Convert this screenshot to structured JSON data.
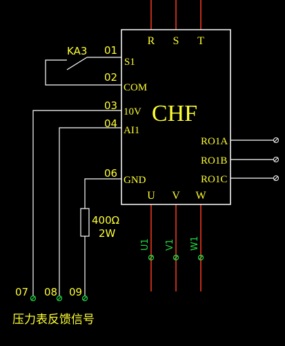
{
  "device": {
    "name": "CHF"
  },
  "power_terminals": [
    "R",
    "S",
    "T"
  ],
  "output_terminals": [
    "U",
    "V",
    "W"
  ],
  "control_terminals": [
    {
      "number": "01",
      "label": "S1"
    },
    {
      "number": "02",
      "label": "COM"
    },
    {
      "number": "03",
      "label": "10V"
    },
    {
      "number": "04",
      "label": "AI1"
    },
    {
      "number": "06",
      "label": "GND"
    }
  ],
  "relay": {
    "name": "KA3"
  },
  "relay_outputs": [
    "RO1A",
    "RO1B",
    "RO1C"
  ],
  "resistor": {
    "value": "400Ω",
    "power": "2W"
  },
  "motor_terminals": [
    "U1",
    "V1",
    "W1"
  ],
  "bottom_terminals": [
    "07",
    "08",
    "09"
  ],
  "caption": "压力表反馈信号",
  "colors": {
    "background": "#000000",
    "wire": "#ffffff",
    "text": "#ffff33",
    "power_line": "#ff3b1f",
    "terminal": "#22dd44"
  }
}
